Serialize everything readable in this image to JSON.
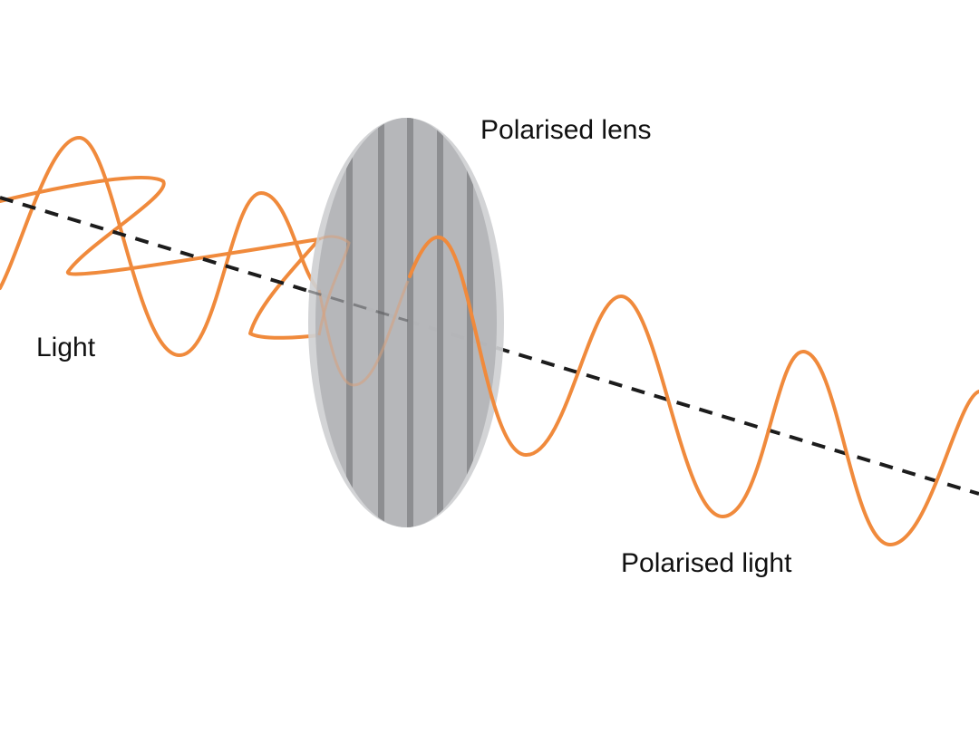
{
  "labels": {
    "light": "Light",
    "lens": "Polarised lens",
    "polarised_light": "Polarised light"
  },
  "colors": {
    "wave": "#f08a3c",
    "axis": "#1c1c1c",
    "lens_fill": "#b7b8bb",
    "lens_rim": "#cfd0d2",
    "lens_stripe": "#8d8e91",
    "text": "#111111",
    "background": "#ffffff"
  }
}
